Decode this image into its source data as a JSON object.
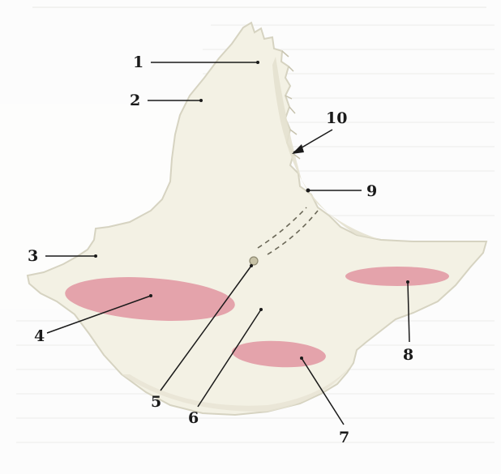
{
  "diagram": {
    "labels": [
      {
        "id": "1",
        "text": "1"
      },
      {
        "id": "2",
        "text": "2"
      },
      {
        "id": "3",
        "text": "3"
      },
      {
        "id": "4",
        "text": "4"
      },
      {
        "id": "5",
        "text": "5"
      },
      {
        "id": "6",
        "text": "6"
      },
      {
        "id": "7",
        "text": "7"
      },
      {
        "id": "8",
        "text": "8"
      },
      {
        "id": "9",
        "text": "9"
      },
      {
        "id": "10",
        "text": "10"
      }
    ],
    "colors": {
      "bone": "#f3f1e4",
      "bone_outline": "#d6d3c1",
      "bone_shadow": "#c6c2ad",
      "muscle_area": "#e4a3ab",
      "background_text": "#cfcfcc",
      "leader_line": "#1a1a1a"
    }
  }
}
